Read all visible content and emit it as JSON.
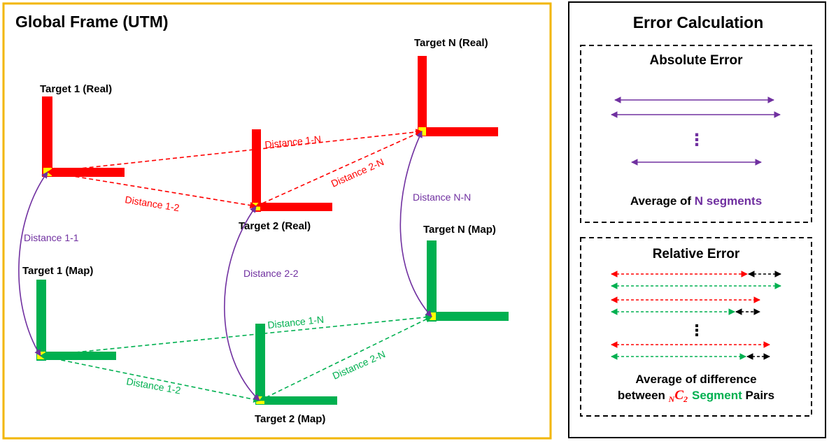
{
  "global_frame": {
    "title": "Global Frame (UTM)",
    "targets": {
      "t1_real": "Target 1 (Real)",
      "t2_real": "Target 2 (Real)",
      "tn_real": "Target N (Real)",
      "t1_map": "Target 1 (Map)",
      "t2_map": "Target 2 (Map)",
      "tn_map": "Target N (Map)"
    },
    "distances": {
      "real_1n": "Distance 1-N",
      "real_2n": "Distance 2-N",
      "real_12": "Distance 1-2",
      "map_1n": "Distance 1-N",
      "map_2n": "Distance 2-N",
      "map_12": "Distance 1-2",
      "d11": "Distance 1-1",
      "d22": "Distance 2-2",
      "dnn": "Distance N-N"
    }
  },
  "error_panel": {
    "title": "Error Calculation",
    "absolute": {
      "title": "Absolute Error",
      "dots": "⋮",
      "caption_prefix": "Average of ",
      "caption_highlight": "N segments"
    },
    "relative": {
      "title": "Relative Error",
      "dots": "⋮",
      "caption_line1": "Average of difference",
      "caption_prefix": "between ",
      "caption_sub": "N",
      "caption_c": "C",
      "caption_c_sub": "2",
      "caption_segment": "Segment",
      "caption_pairs": " Pairs"
    }
  },
  "colors": {
    "real": "#ff0000",
    "map": "#00b050",
    "distance": "#7030a0",
    "origin": "#ffff00",
    "frame_border": "#f2b600"
  }
}
